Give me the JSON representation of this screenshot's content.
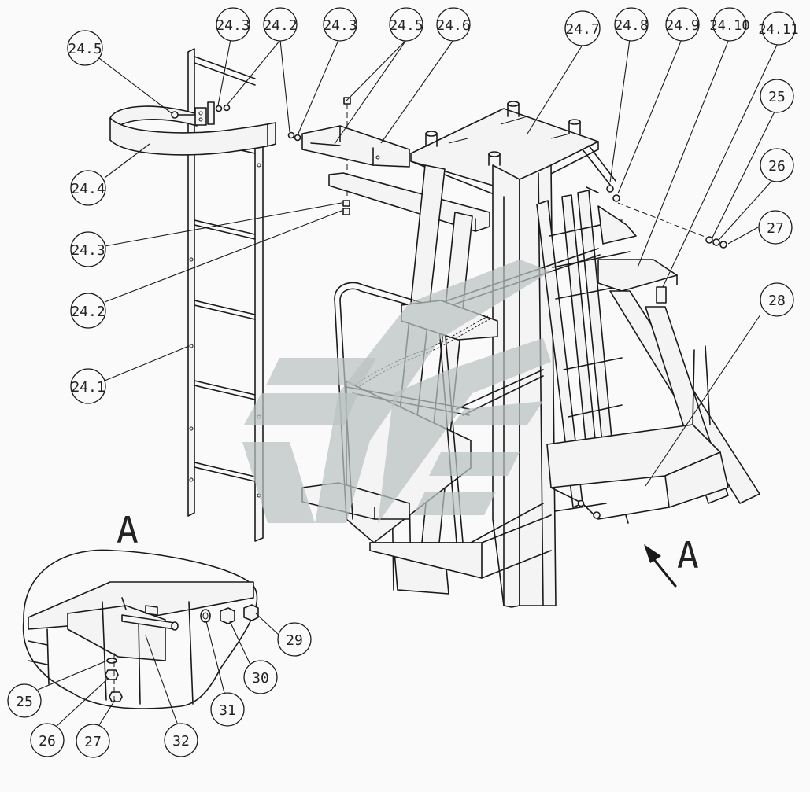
{
  "callouts": [
    {
      "label": "24.5"
    },
    {
      "label": "24.3"
    },
    {
      "label": "24.2"
    },
    {
      "label": "24.3"
    },
    {
      "label": "24.5"
    },
    {
      "label": "24.6"
    },
    {
      "label": "24.7"
    },
    {
      "label": "24.8"
    },
    {
      "label": "24.9"
    },
    {
      "label": "24.10"
    },
    {
      "label": "24.11"
    },
    {
      "label": "25"
    },
    {
      "label": "26"
    },
    {
      "label": "27"
    },
    {
      "label": "24.4"
    },
    {
      "label": "24.3"
    },
    {
      "label": "24.2"
    },
    {
      "label": "24.1"
    },
    {
      "label": "28"
    },
    {
      "label": "29"
    },
    {
      "label": "30"
    },
    {
      "label": "31"
    },
    {
      "label": "25"
    },
    {
      "label": "26"
    },
    {
      "label": "27"
    },
    {
      "label": "32"
    }
  ],
  "views": {
    "detail_label": "A",
    "view_arrow_label": "A"
  },
  "colors": {
    "line": "#1a1a1a",
    "background": "#fafafa",
    "watermark": "#b8c2c0"
  }
}
